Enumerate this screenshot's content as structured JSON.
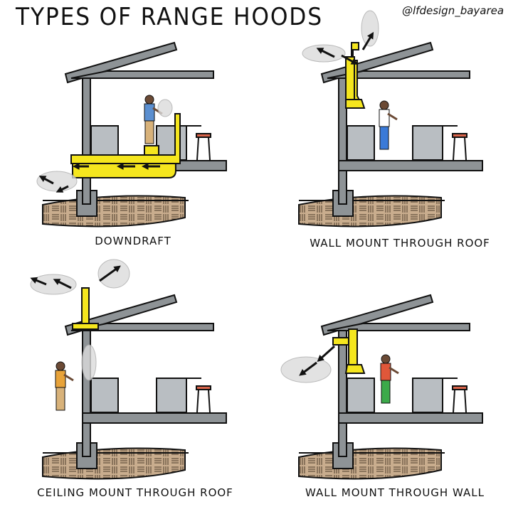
{
  "title": "TYPES OF RANGE HOODS",
  "handle": "@lfdesign_bayarea",
  "panels": [
    {
      "label": "DOWNDRAFT",
      "variant": "downdraft"
    },
    {
      "label": "WALL MOUNT THROUGH ROOF",
      "variant": "wall-roof"
    },
    {
      "label": "CEILING MOUNT THROUGH ROOF",
      "variant": "ceiling-roof"
    },
    {
      "label": "WALL MOUNT THROUGH WALL",
      "variant": "wall-wall"
    }
  ],
  "colors": {
    "structure": "#8e9396",
    "cabinet": "#b9bec2",
    "duct": "#f5e61e",
    "soil": "#c9ad8e",
    "smoke": "#dcdcdc",
    "outline": "#111111"
  }
}
